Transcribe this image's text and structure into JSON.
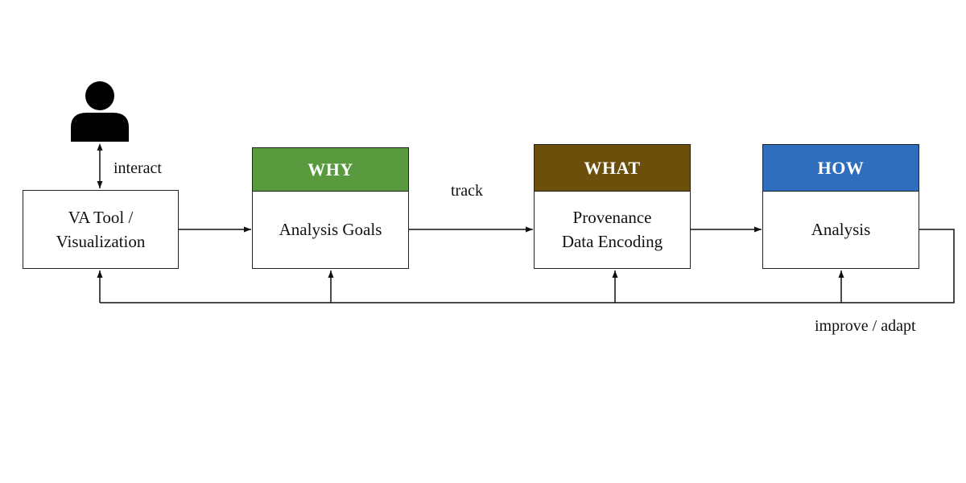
{
  "diagram": {
    "user_icon": "person-icon",
    "interact_label": "interact",
    "track_label": "track",
    "improve_label": "improve / adapt",
    "nodes": {
      "va_tool": {
        "lines": [
          "VA Tool /",
          "Visualization"
        ]
      },
      "why": {
        "header": "WHY",
        "header_color": "#5a9a3f",
        "lines": [
          "Analysis Goals"
        ]
      },
      "what": {
        "header": "WHAT",
        "header_color": "#6b4f0b",
        "lines": [
          "Provenance",
          "Data Encoding"
        ]
      },
      "how": {
        "header": "HOW",
        "header_color": "#2f6ebd",
        "lines": [
          "Analysis"
        ]
      }
    }
  }
}
